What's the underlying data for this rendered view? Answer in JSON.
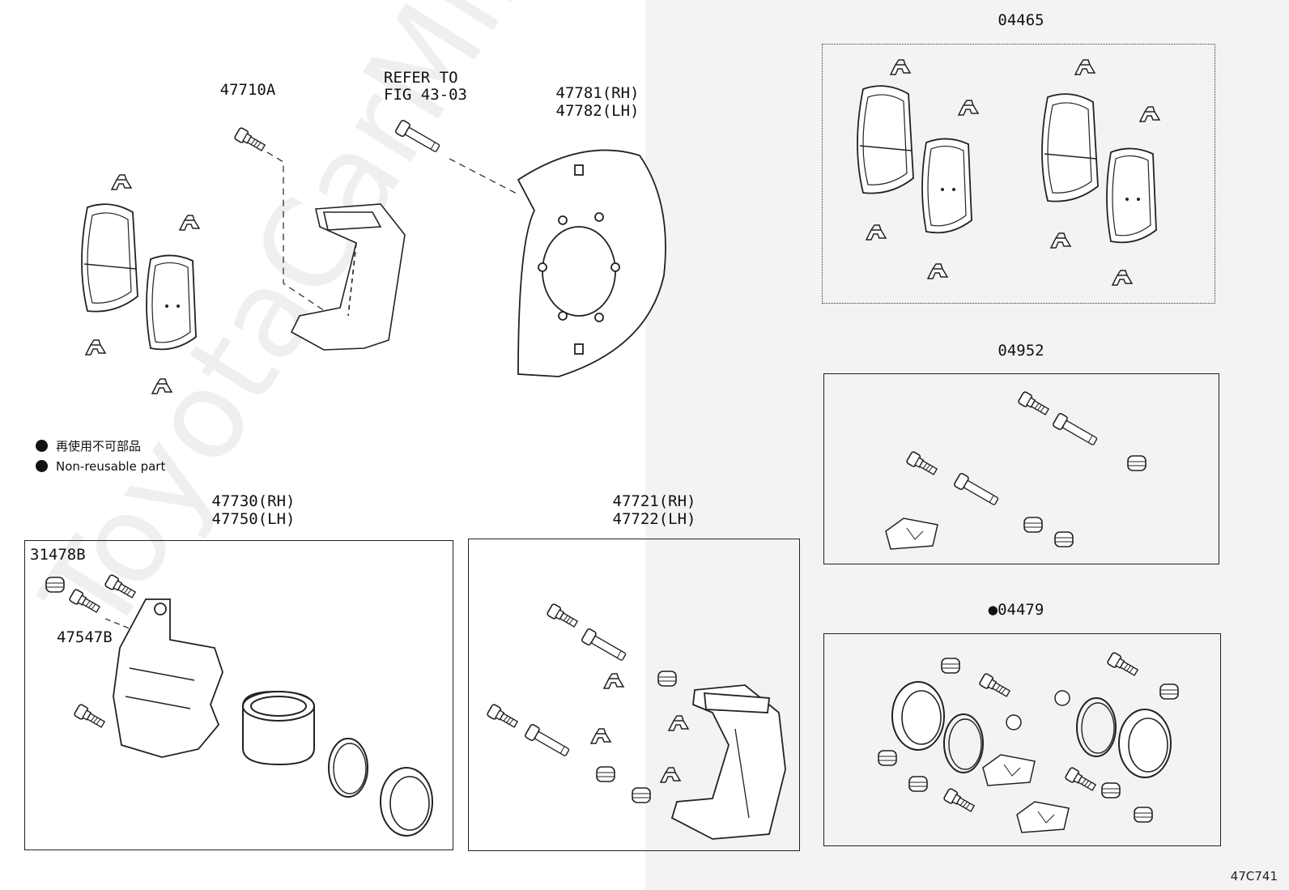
{
  "labels": {
    "bolt_47710A": "47710A",
    "refer_line1": "REFER TO",
    "refer_line2": "FIG 43-03",
    "plate_rh": "47781(RH)",
    "plate_lh": "47782(LH)",
    "pad_kit": "04465",
    "support_kit": "04952",
    "cyl_kit": "●04479",
    "caliper_rh": "47730(RH)",
    "caliper_lh": "47750(LH)",
    "cap_31478B": "31478B",
    "plug_47547B": "47547B",
    "mount_rh": "47721(RH)",
    "mount_lh": "47722(LH)",
    "diagram_code": "47C741"
  },
  "legend": {
    "jp": "再使用不可部品",
    "en": "Non-reusable part"
  },
  "watermark": "ToyotaCarMiner.ru"
}
